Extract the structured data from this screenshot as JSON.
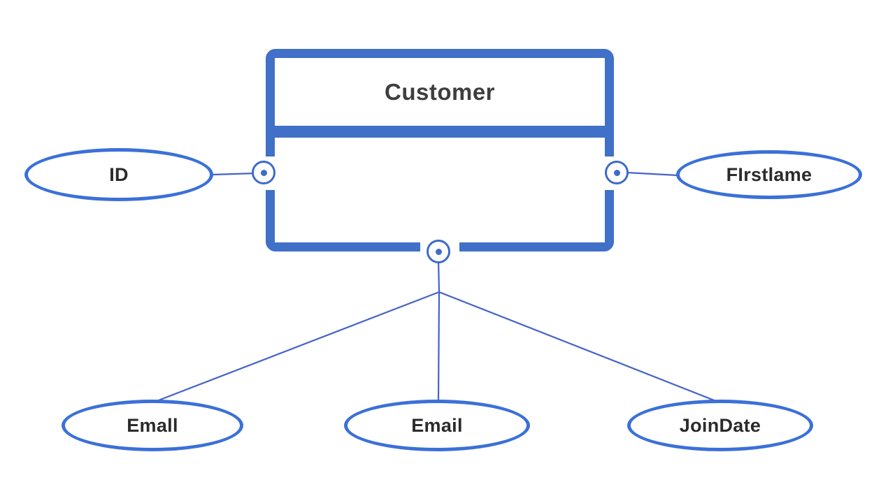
{
  "diagram": {
    "kind": "entity-relationship-diagram",
    "entity": {
      "name": "Customer"
    },
    "attributes": [
      {
        "id": "id",
        "label": "ID",
        "position": "left-of-entity"
      },
      {
        "id": "firstname",
        "label": "FIrstlame",
        "position": "right-of-entity"
      },
      {
        "id": "email1",
        "label": "Emall",
        "position": "bottom-left"
      },
      {
        "id": "email2",
        "label": "Email",
        "position": "bottom-center"
      },
      {
        "id": "joindate",
        "label": "JoinDate",
        "position": "bottom-right"
      }
    ],
    "edges": [
      {
        "from": "Customer",
        "via": "left-port",
        "to": "ID"
      },
      {
        "from": "Customer",
        "via": "right-port",
        "to": "FIrstlame"
      },
      {
        "from": "Customer",
        "via": "bottom-port",
        "to": "Emall"
      },
      {
        "from": "Customer",
        "via": "bottom-port",
        "to": "Email"
      },
      {
        "from": "Customer",
        "via": "bottom-port",
        "to": "JoinDate"
      }
    ],
    "colors": {
      "box_blue": "#4070C7",
      "ellipse_blue": "#3B70D8",
      "line_blue": "#4463C8",
      "dot_blue": "#3E6BC9",
      "title_color": "#3E3E3E",
      "label_color": "#2B2B2B",
      "background": "#FFFFFF"
    }
  }
}
